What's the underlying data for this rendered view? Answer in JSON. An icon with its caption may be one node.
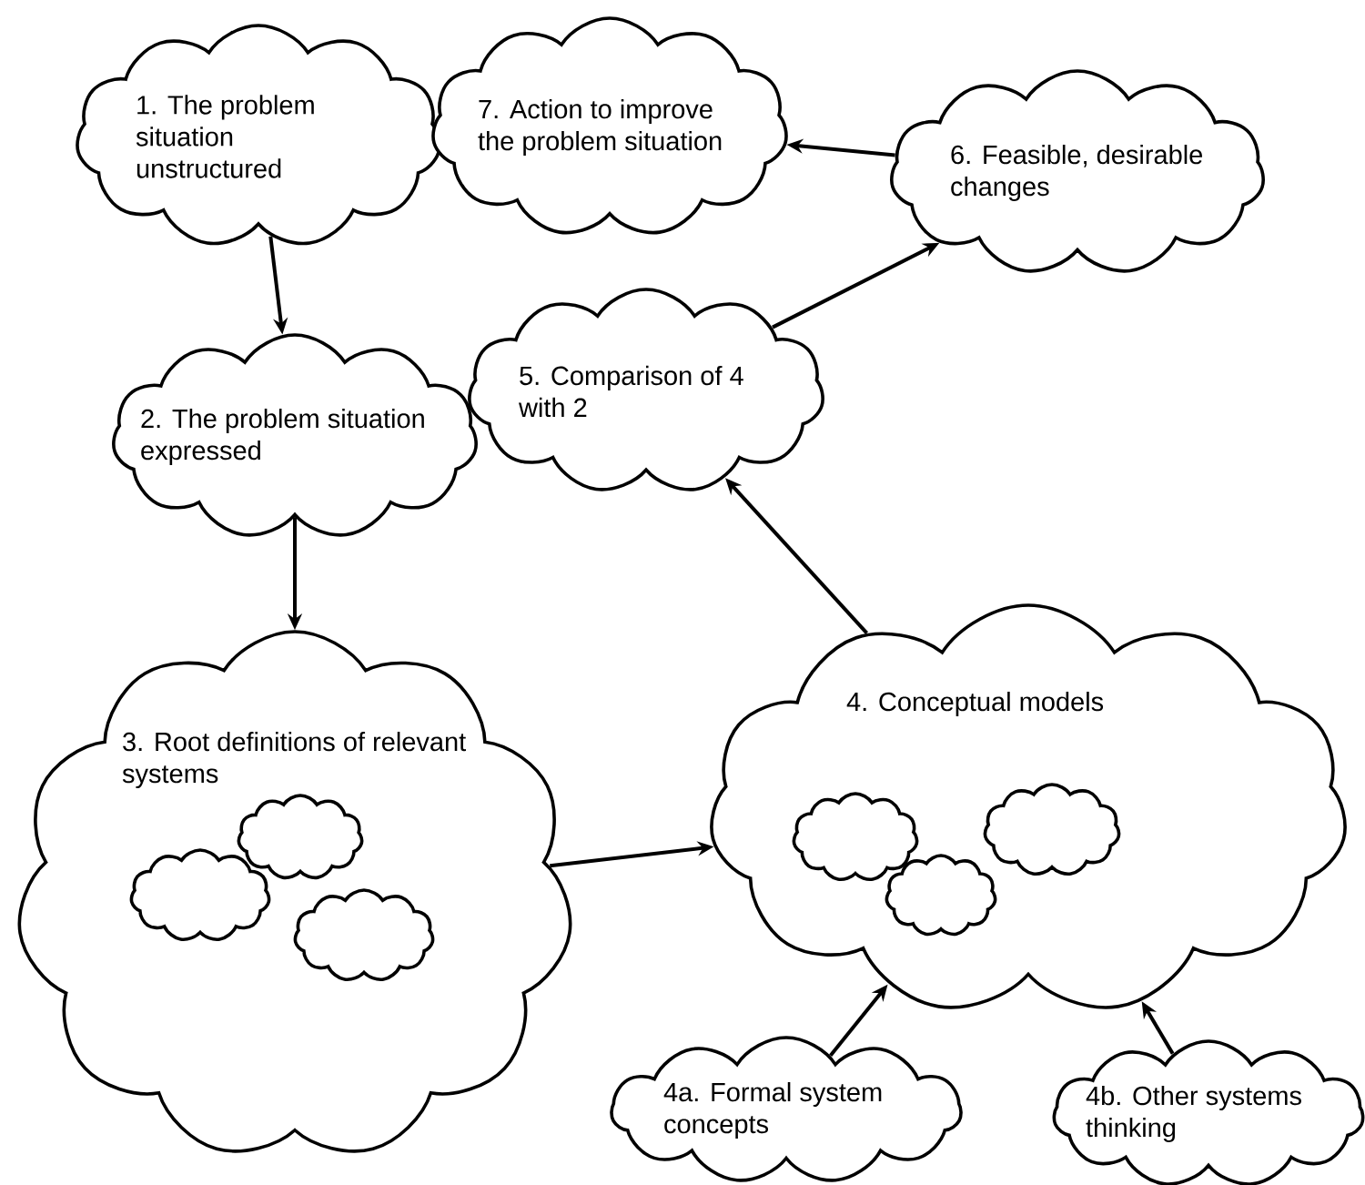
{
  "diagram": {
    "nodes": [
      {
        "text": [
          "1. The problem situation unstructured"
        ]
      },
      {
        "text": [
          "7. Action to improve the problem situation"
        ]
      },
      {
        "text": [
          "6. Feasible, desirable changes"
        ]
      },
      {
        "text": [
          "2. The problem situation expressed"
        ]
      },
      {
        "text": [
          "5. Comparison of 4 with 2"
        ]
      },
      {
        "text": [
          "3. Root definitions of relevant systems"
        ]
      },
      {
        "text": [
          "4. Conceptual models"
        ]
      },
      {
        "text": [],
        "shape": "cloud",
        "in": 5
      },
      {
        "text": [],
        "shape": "cloud",
        "in": 5
      },
      {
        "text": [],
        "shape": "cloud",
        "in": 5
      },
      {
        "text": [],
        "shape": "cloud",
        "in": 6
      },
      {
        "text": [],
        "shape": "cloud",
        "in": 6
      },
      {
        "text": [],
        "shape": "cloud",
        "in": 6
      },
      {
        "text": [
          "4a. Formal system concepts"
        ]
      },
      {
        "text": [
          "4b. Other systems thinking"
        ]
      }
    ],
    "edges": [
      {
        "from": 0,
        "to": 3,
        "arrow": "to"
      },
      {
        "from": 3,
        "to": 5,
        "arrow": "to"
      },
      {
        "from": 5,
        "to": 6,
        "arrow": "to"
      },
      {
        "from": 6,
        "to": 4,
        "arrow": "to"
      },
      {
        "from": 4,
        "to": 2,
        "arrow": "to"
      },
      {
        "from": 2,
        "to": 1,
        "arrow": "to"
      },
      {
        "from": 13,
        "to": 6,
        "arrow": "to"
      },
      {
        "from": 14,
        "to": 6,
        "arrow": "to"
      }
    ]
  }
}
